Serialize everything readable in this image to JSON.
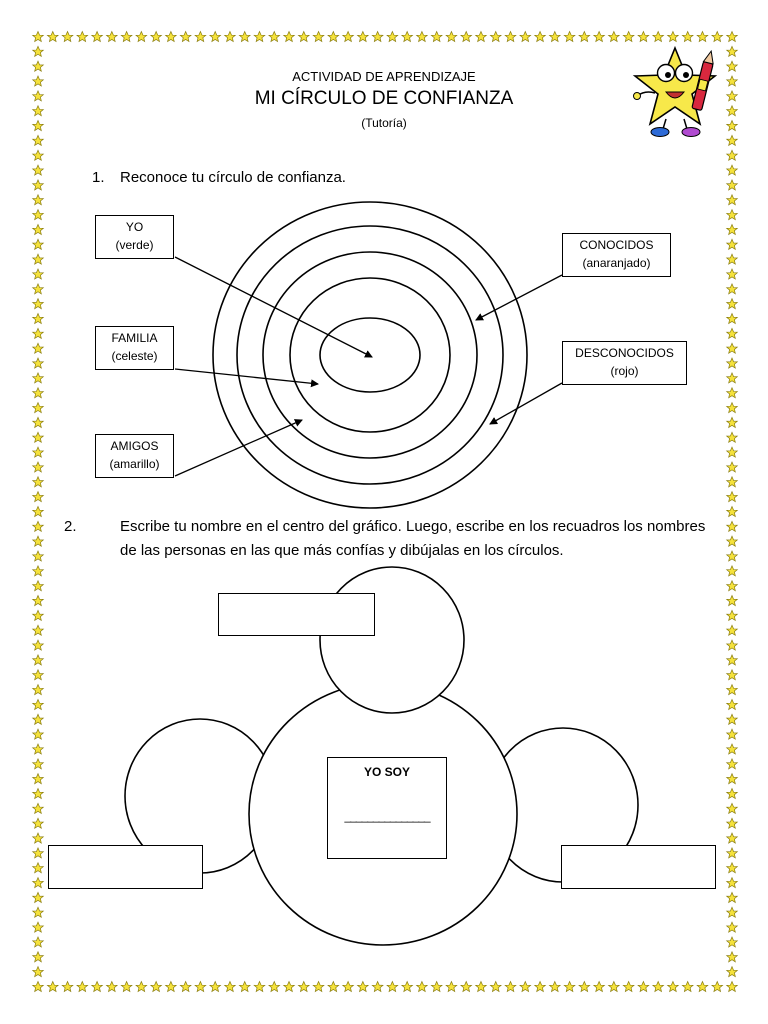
{
  "header": {
    "subtitle": "ACTIVIDAD DE APRENDIZAJE",
    "title": "MI CÍRCULO DE CONFIANZA",
    "note": "(Tutoría)"
  },
  "question1": {
    "number": "1.",
    "text": "Reconoce tu círculo de confianza."
  },
  "labels": {
    "yo": {
      "name": "YO",
      "color": "(verde)"
    },
    "familia": {
      "name": "FAMILIA",
      "color": "(celeste)"
    },
    "amigos": {
      "name": "AMIGOS",
      "color": "(amarillo)"
    },
    "conocidos": {
      "name": "CONOCIDOS",
      "color": "(anaranjado)"
    },
    "desconocidos": {
      "name": "DESCONOCIDOS",
      "color": "(rojo)"
    }
  },
  "question2": {
    "number": "2.",
    "text": "Escribe tu nombre en el centro del gráfico.  Luego, escribe en los recuadros los nombres de las personas en las que más confías y dibújalas en los círculos."
  },
  "center_box": {
    "label": "YO SOY",
    "line": "_______________"
  },
  "decor": {
    "border_icon": "star-icon",
    "border_color": "#f5e23c",
    "mascot_icon": "star-mascot-icon"
  }
}
